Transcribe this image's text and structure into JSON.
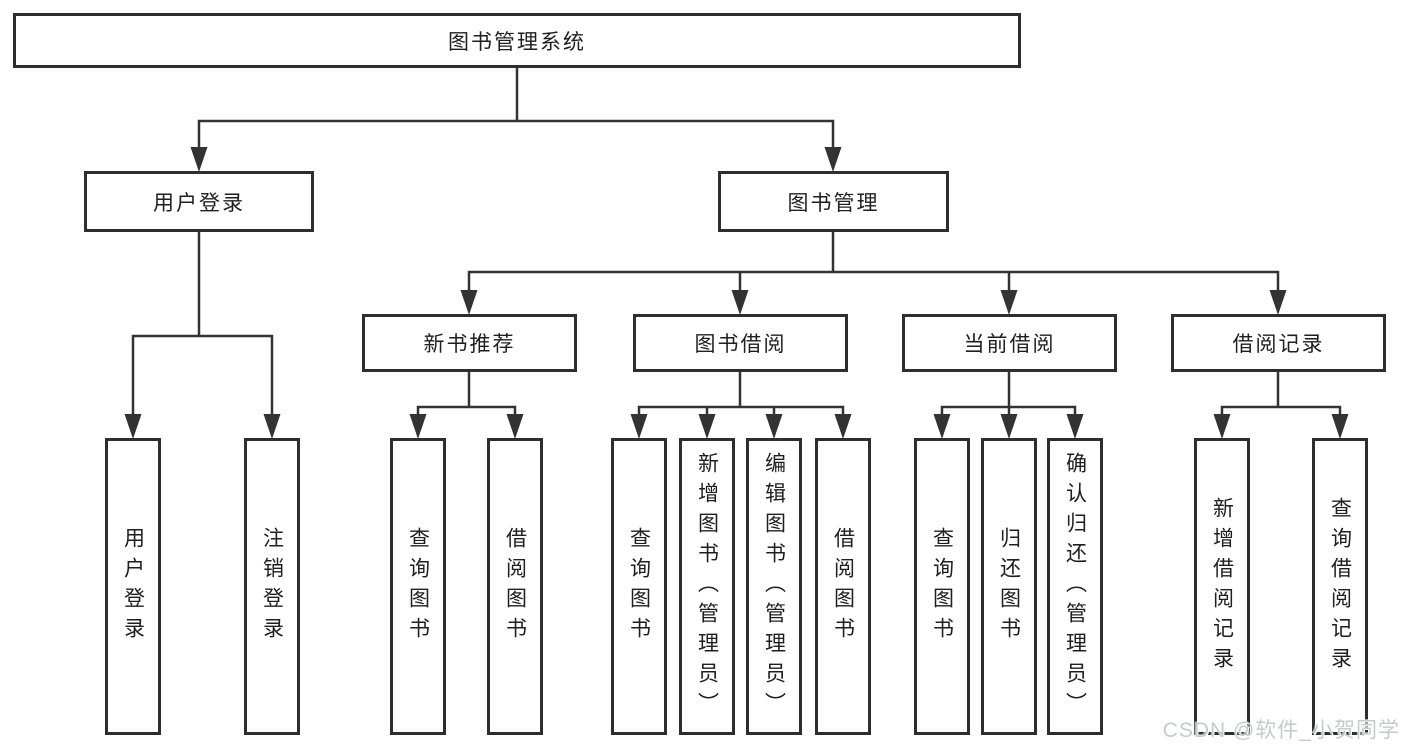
{
  "diagram_title": "图书管理系统",
  "tree": {
    "root": {
      "label": "图书管理系统",
      "children": [
        {
          "label": "用户登录",
          "children": [
            {
              "label": "用户登录"
            },
            {
              "label": "注销登录"
            }
          ]
        },
        {
          "label": "图书管理",
          "children": [
            {
              "label": "新书推荐",
              "children": [
                {
                  "label": "查询图书"
                },
                {
                  "label": "借阅图书"
                }
              ]
            },
            {
              "label": "图书借阅",
              "children": [
                {
                  "label": "查询图书"
                },
                {
                  "label": "新增图书（管理员）"
                },
                {
                  "label": "编辑图书（管理员）"
                },
                {
                  "label": "借阅图书"
                }
              ]
            },
            {
              "label": "当前借阅",
              "children": [
                {
                  "label": "查询图书"
                },
                {
                  "label": "归还图书"
                },
                {
                  "label": "确认归还（管理员）"
                }
              ]
            },
            {
              "label": "借阅记录",
              "children": [
                {
                  "label": "新增借阅记录"
                },
                {
                  "label": "查询借阅记录"
                }
              ]
            }
          ]
        }
      ]
    }
  },
  "watermark": {
    "text": "CSDN @软件_小贺同学"
  },
  "colors": {
    "line": "#333333",
    "box_border": "#2e2e2e",
    "text": "#1f1f1f",
    "watermark": "#c6c9cd",
    "background": "#ffffff"
  }
}
